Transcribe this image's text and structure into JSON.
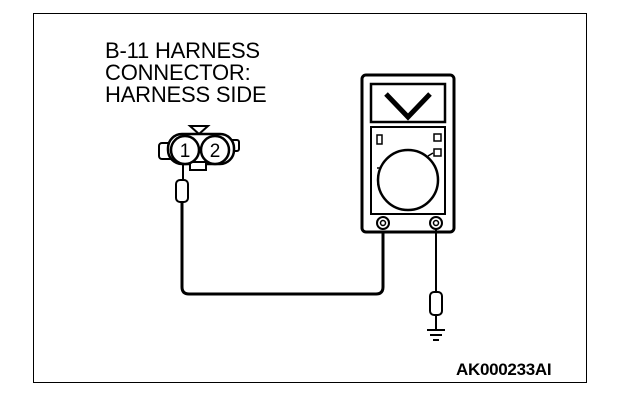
{
  "connector_label": {
    "line1": "B-11 HARNESS",
    "line2": "CONNECTOR:",
    "line3": "HARNESS SIDE"
  },
  "connector": {
    "pins": [
      "1",
      "2"
    ]
  },
  "meter": {
    "mode_symbol": "V"
  },
  "figure_id": "AK000233AI"
}
